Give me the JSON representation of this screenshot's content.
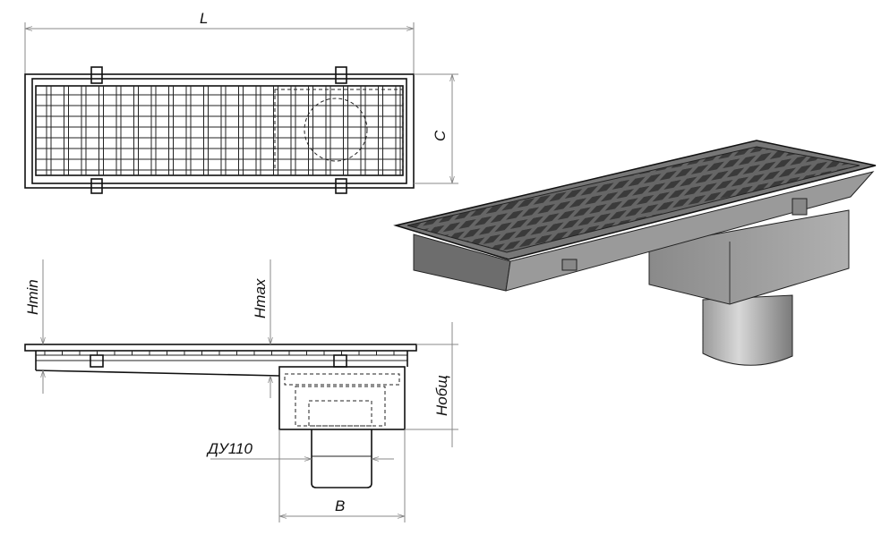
{
  "labels": {
    "length": "L",
    "width_c": "C",
    "h_min": "Hmin",
    "h_max": "Hmax",
    "h_total": "Нобщ",
    "outlet": "ДУ110",
    "width_b": "B"
  },
  "colors": {
    "line": "#111111",
    "dimension": "#888888",
    "metal_dark": "#5a5a5a",
    "metal_light": "#bdbdbd"
  }
}
